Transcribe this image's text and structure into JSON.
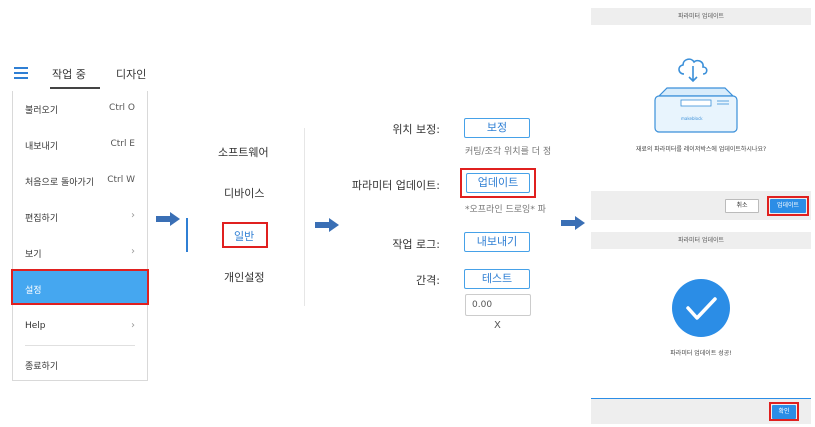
{
  "menu": {
    "tabs": [
      "작업 중",
      "디자인"
    ],
    "items": [
      {
        "label": "불러오기",
        "shortcut": "Ctrl O"
      },
      {
        "label": "내보내기",
        "shortcut": "Ctrl E"
      },
      {
        "label": "처음으로 돌아가기",
        "shortcut": "Ctrl W"
      },
      {
        "label": "편집하기",
        "shortcut": ""
      },
      {
        "label": "보기",
        "shortcut": ""
      },
      {
        "label": "설정",
        "shortcut": ""
      },
      {
        "label": "Help",
        "shortcut": ""
      },
      {
        "label": "종료하기",
        "shortcut": ""
      }
    ]
  },
  "categories": {
    "items": [
      "소프트웨어",
      "디바이스",
      "일반",
      "개인설정"
    ]
  },
  "settings": {
    "position": {
      "label": "위치 보정:",
      "button": "보정",
      "hint": "커팅/조각 위치를 더 정"
    },
    "params": {
      "label": "파라미터 업데이트:",
      "button": "업데이트",
      "hint": "*오프라인 드로잉* 파"
    },
    "log": {
      "label": "작업 로그:",
      "button": "내보내기"
    },
    "spacing": {
      "label": "간격:",
      "button": "테스트",
      "value": "0.00",
      "unit": "X"
    }
  },
  "dialog1": {
    "title": "파라미터 업데이트",
    "device_brand": "makeblock",
    "message": "재료의 파라미터를 레이저박스에 업데이트하시나요?",
    "cancel": "취소",
    "confirm": "업데이트"
  },
  "dialog2": {
    "title": "파라미터 업데이트",
    "message": "파라미터 업데이트 성공!",
    "confirm": "확인"
  },
  "colors": {
    "accent": "#2f7fd4",
    "selected_bg": "#45a7f0",
    "highlight": "#e0201f",
    "arrow": "#3a6fb5",
    "success": "#2b8de6"
  }
}
